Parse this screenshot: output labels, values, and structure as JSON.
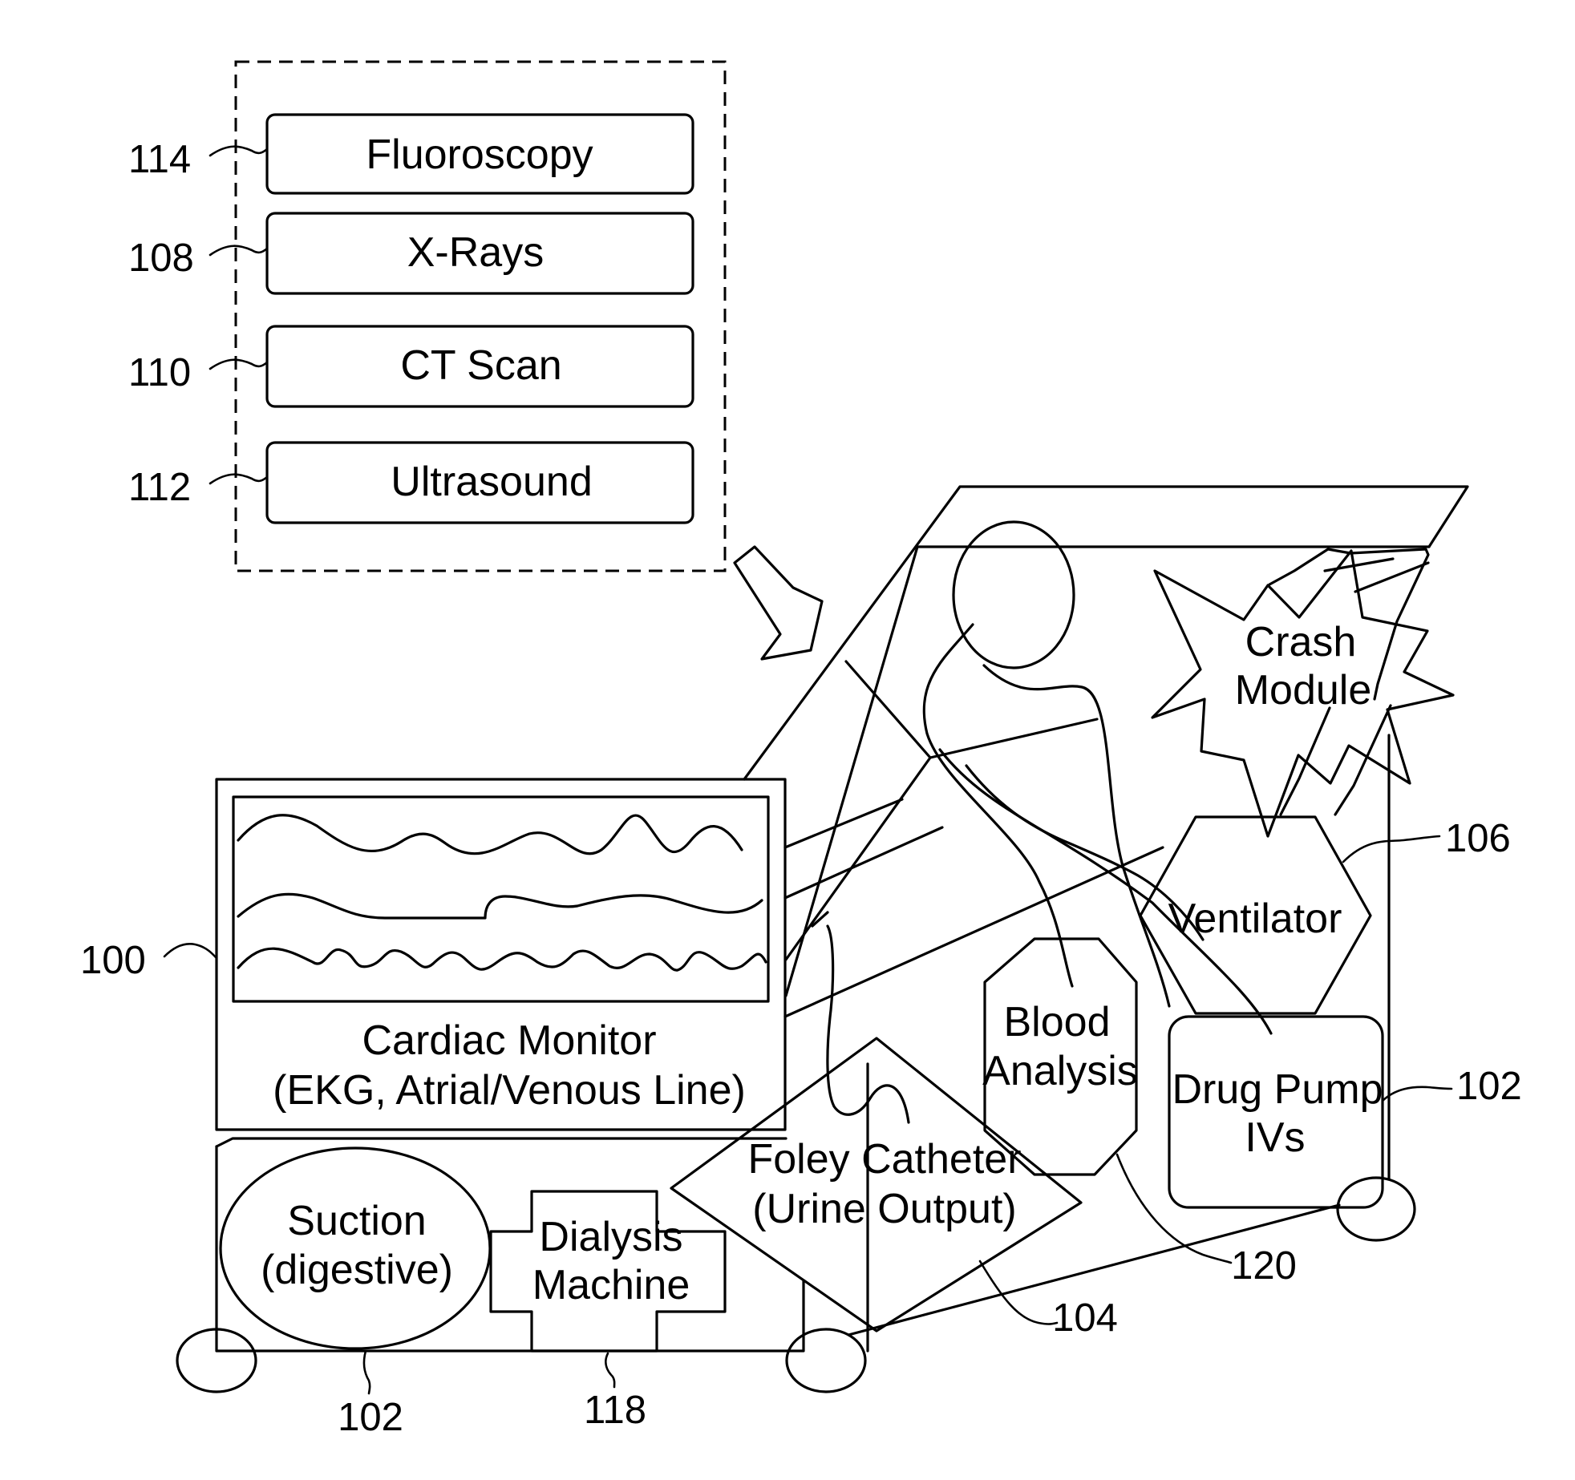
{
  "imaging": {
    "fluoroscopy": {
      "label": "Fluoroscopy",
      "ref": "114"
    },
    "xrays": {
      "label": "X-Rays",
      "ref": "108"
    },
    "ct": {
      "label": "CT Scan",
      "ref": "110"
    },
    "ultrasound": {
      "label": "Ultrasound",
      "ref": "112"
    }
  },
  "crash_module": {
    "line1": "Crash",
    "line2": "Module"
  },
  "ventilator": {
    "label": "Ventilator",
    "ref": "106"
  },
  "cardiac_monitor": {
    "line1": "Cardiac Monitor",
    "line2": "(EKG, Atrial/Venous Line)",
    "ref": "100"
  },
  "blood_analysis": {
    "line1": "Blood",
    "line2": "Analysis",
    "ref": "120"
  },
  "drug_pump": {
    "line1": "Drug Pump",
    "line2": "IVs",
    "ref": "102"
  },
  "foley": {
    "line1": "Foley Catheter",
    "line2": "(Urine Output)",
    "ref": "104"
  },
  "suction": {
    "line1": "Suction",
    "line2": "(digestive)",
    "ref": "102"
  },
  "dialysis": {
    "line1": "Dialysis",
    "line2": "Machine",
    "ref": "118"
  }
}
